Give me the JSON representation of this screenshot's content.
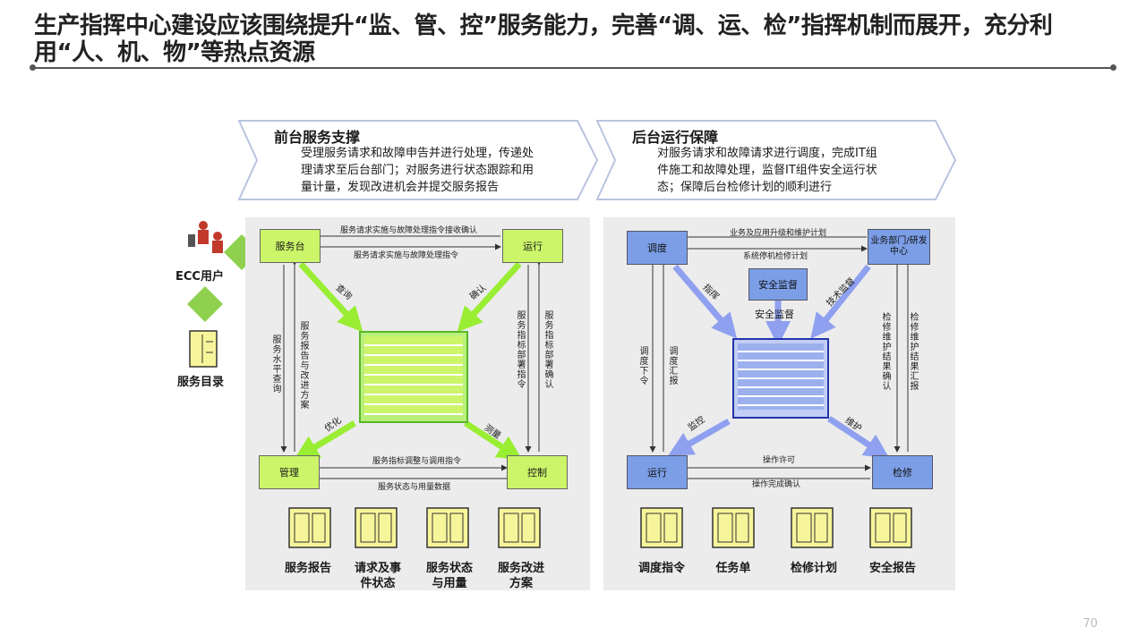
{
  "title": "生产指挥中心建设应该围绕提升“监、管、控”服务能力，完善“调、运、检”指挥机制而展开，充分利用“人、机、物”等热点资源",
  "page_number": "70",
  "front": {
    "heading": "前台服务支撑",
    "desc": [
      "受理服务请求和故障申告并进行处理，传递处",
      "理请求至后台部门；对服务进行状态跟踪和用",
      "量计量，发现改进机会并提交服务报告"
    ]
  },
  "back": {
    "heading": "后台运行保障",
    "desc": [
      "对服务请求和故障请求进行调度，完成IT组",
      "件施工和故障处理，监督IT组件安全运行状",
      "态；保障后台检修计划的顺利进行"
    ]
  },
  "left_side": {
    "ecc_user": "ECC用户",
    "service_catalog": "服务目录"
  },
  "left_diagram": {
    "boxes": {
      "service_desk": "服务台",
      "operation": "运行",
      "management": "管理",
      "control": "控制"
    },
    "flows": {
      "top1": "服务请求实施与故障处理指令接收确认",
      "top2": "服务请求实施与故障处理指令",
      "bottom1": "服务指标调整与调用指令",
      "bottom2": "服务状态与用量数据",
      "left_outer": "服务水平查询",
      "left_inner": "服务报告与改进方案",
      "right_inner": "服务指标部署指令",
      "right_outer": "服务指标部署确认"
    },
    "arrows": {
      "query": "查询",
      "confirm": "确认",
      "optimize": "优化",
      "measure": "测量"
    },
    "docs": [
      {
        "lines": [
          "服务报告"
        ]
      },
      {
        "lines": [
          "请求及事",
          "件状态"
        ]
      },
      {
        "lines": [
          "服务状态",
          "与用量"
        ]
      },
      {
        "lines": [
          "服务改进",
          "方案"
        ]
      }
    ]
  },
  "right_diagram": {
    "boxes": {
      "dispatch": "调度",
      "business": "业务部门/研发中心",
      "security": "安全监督",
      "run": "运行",
      "maintain": "检修"
    },
    "security_caption": "安全监督",
    "flows": {
      "top1": "业务及应用升级和维护计划",
      "top2": "系统停机检修计划",
      "bottom1": "操作许可",
      "bottom2": "操作完成确认",
      "left_outer": "调度下令",
      "left_inner": "调度汇报",
      "right_inner": "检修维护结果确认",
      "right_outer": "检修维护结果汇报"
    },
    "arrows": {
      "command": "指挥",
      "tech": "技术监督",
      "monitor": "监控",
      "maintain": "维护"
    },
    "docs": [
      {
        "lines": [
          "调度指令"
        ]
      },
      {
        "lines": [
          "任务单"
        ]
      },
      {
        "lines": [
          "检修计划"
        ]
      },
      {
        "lines": [
          "安全报告"
        ]
      }
    ]
  },
  "colors": {
    "green_box": "#ccf56a",
    "green_arrow": "#99ee33",
    "blue_box": "#7b9ee6",
    "blue_arrow": "#8fa0f0",
    "panel": "#ececec"
  }
}
